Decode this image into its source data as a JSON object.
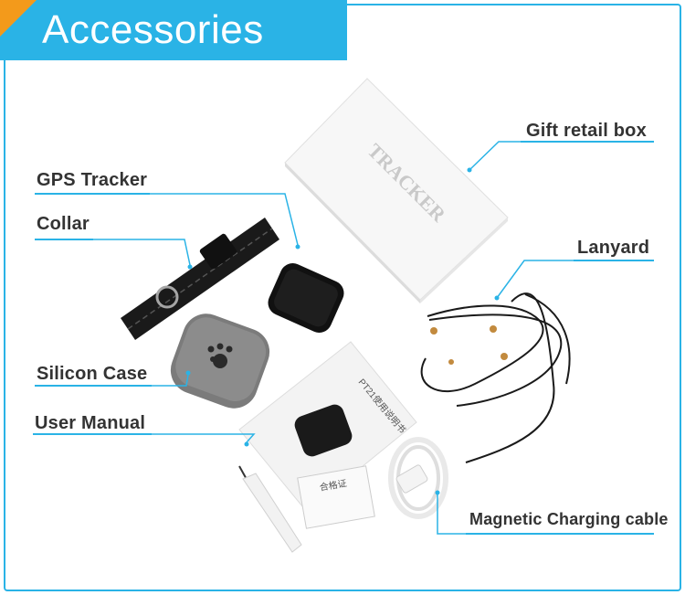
{
  "header": {
    "title": "Accessories"
  },
  "labels": {
    "gps_tracker": "GPS Tracker",
    "collar": "Collar",
    "silicon_case": "Silicon Case",
    "user_manual": "User Manual",
    "gift_box": "Gift retail box",
    "lanyard": "Lanyard",
    "charging_cable": "Magnetic Charging cable"
  },
  "product_text": {
    "box_brand": "TRACKER",
    "manual_title": "PT21使用说明书",
    "certificate_title": "合格证"
  },
  "colors": {
    "accent": "#2ab3e6",
    "corner": "#f39a1b",
    "label_text": "#333333"
  }
}
